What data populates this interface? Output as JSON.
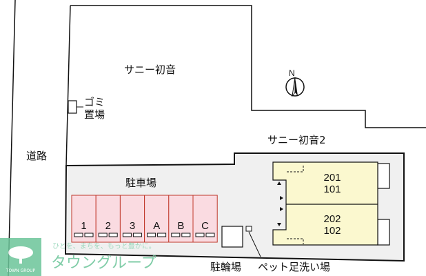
{
  "labels": {
    "building_main": "サニー初音",
    "building_2": "サニー初音2",
    "garbage_line1": "ゴミ",
    "garbage_line2": "置場",
    "road": "道路",
    "parking": "駐車場",
    "bicycle_parking": "駐輪場",
    "pet_foot_wash": "ペット足洗い場",
    "north": "N"
  },
  "parking_spaces": [
    "1",
    "2",
    "3",
    "A",
    "B",
    "C"
  ],
  "units": [
    {
      "upper": "201",
      "lower": "101"
    },
    {
      "upper": "202",
      "lower": "102"
    }
  ],
  "watermark": {
    "tagline": "ひとを、まちを、もっと豊かに。",
    "brand": "タウングループ",
    "logo_text": "TOWN GROUP"
  },
  "colors": {
    "parking_fill": "#fadbe1",
    "parking_stroke": "#c0392b",
    "building_fill": "#fbf8cf",
    "lot_fill": "#f0f0f0",
    "watermark": "#5cbf8f"
  }
}
